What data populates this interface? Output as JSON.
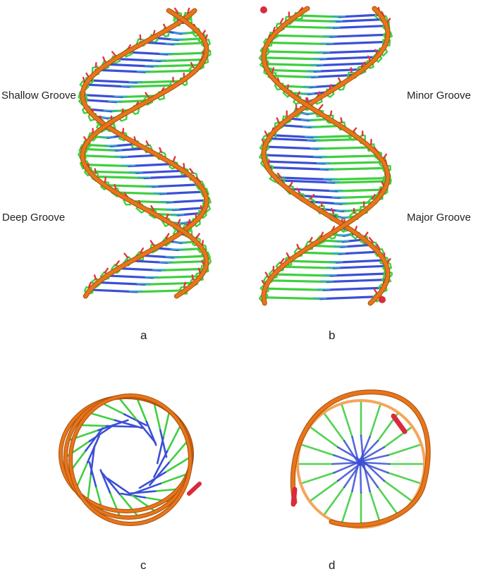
{
  "labels": {
    "shallow_groove": "Shallow Groove",
    "deep_groove": "Deep Groove",
    "minor_groove": "Minor Groove",
    "major_groove": "Major Groove"
  },
  "panels": {
    "a": "a",
    "b": "b",
    "c": "c",
    "d": "d"
  },
  "colors": {
    "backbone": "#e8751a",
    "backbone_dark": "#a8500f",
    "backbone_light": "#f4a65a",
    "terminus": "#d92b3a",
    "carbon": "#3fcf3f",
    "nitrogen": "#3b4fd6",
    "oxygen": "#e3343f",
    "cyan": "#3aa9c9"
  }
}
